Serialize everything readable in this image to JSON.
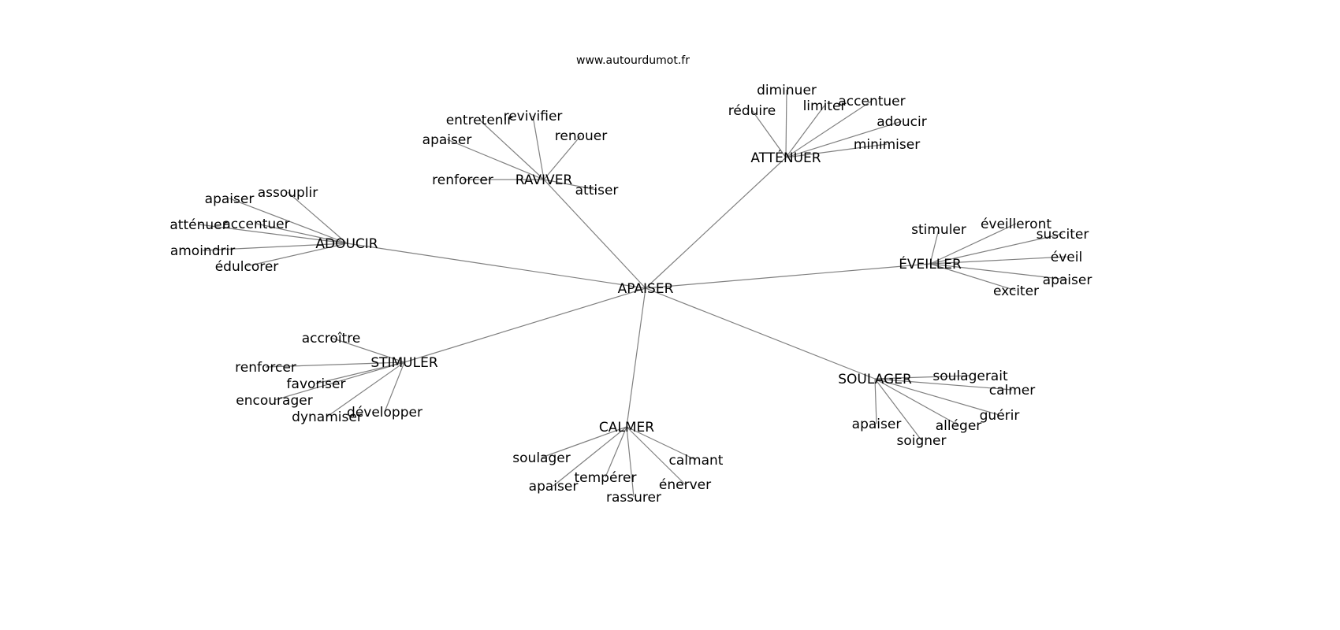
{
  "title": "www.autourdumot.fr",
  "root": "APAISER",
  "groups": [
    {
      "hub": "ADOUCIR",
      "leaves": [
        "apaiser",
        "assouplir",
        "atténuer",
        "accentuer",
        "amoindrir",
        "édulcorer"
      ]
    },
    {
      "hub": "RAVIVER",
      "leaves": [
        "entretenir",
        "revivifier",
        "apaiser",
        "renouer",
        "renforcer",
        "attiser"
      ]
    },
    {
      "hub": "ATTÉNUER",
      "leaves": [
        "diminuer",
        "réduire",
        "limiter",
        "accentuer",
        "adoucir",
        "minimiser"
      ]
    },
    {
      "hub": "ÉVEILLER",
      "leaves": [
        "stimuler",
        "éveilleront",
        "susciter",
        "éveil",
        "apaiser",
        "exciter"
      ]
    },
    {
      "hub": "STIMULER",
      "leaves": [
        "accroître",
        "renforcer",
        "favoriser",
        "encourager",
        "dynamiser",
        "développer"
      ]
    },
    {
      "hub": "CALMER",
      "leaves": [
        "soulager",
        "tempérer",
        "apaiser",
        "rassurer",
        "calmant",
        "énerver"
      ]
    },
    {
      "hub": "SOULAGER",
      "leaves": [
        "soulagerait",
        "calmer",
        "guérir",
        "alléger",
        "apaiser",
        "soigner"
      ]
    }
  ]
}
